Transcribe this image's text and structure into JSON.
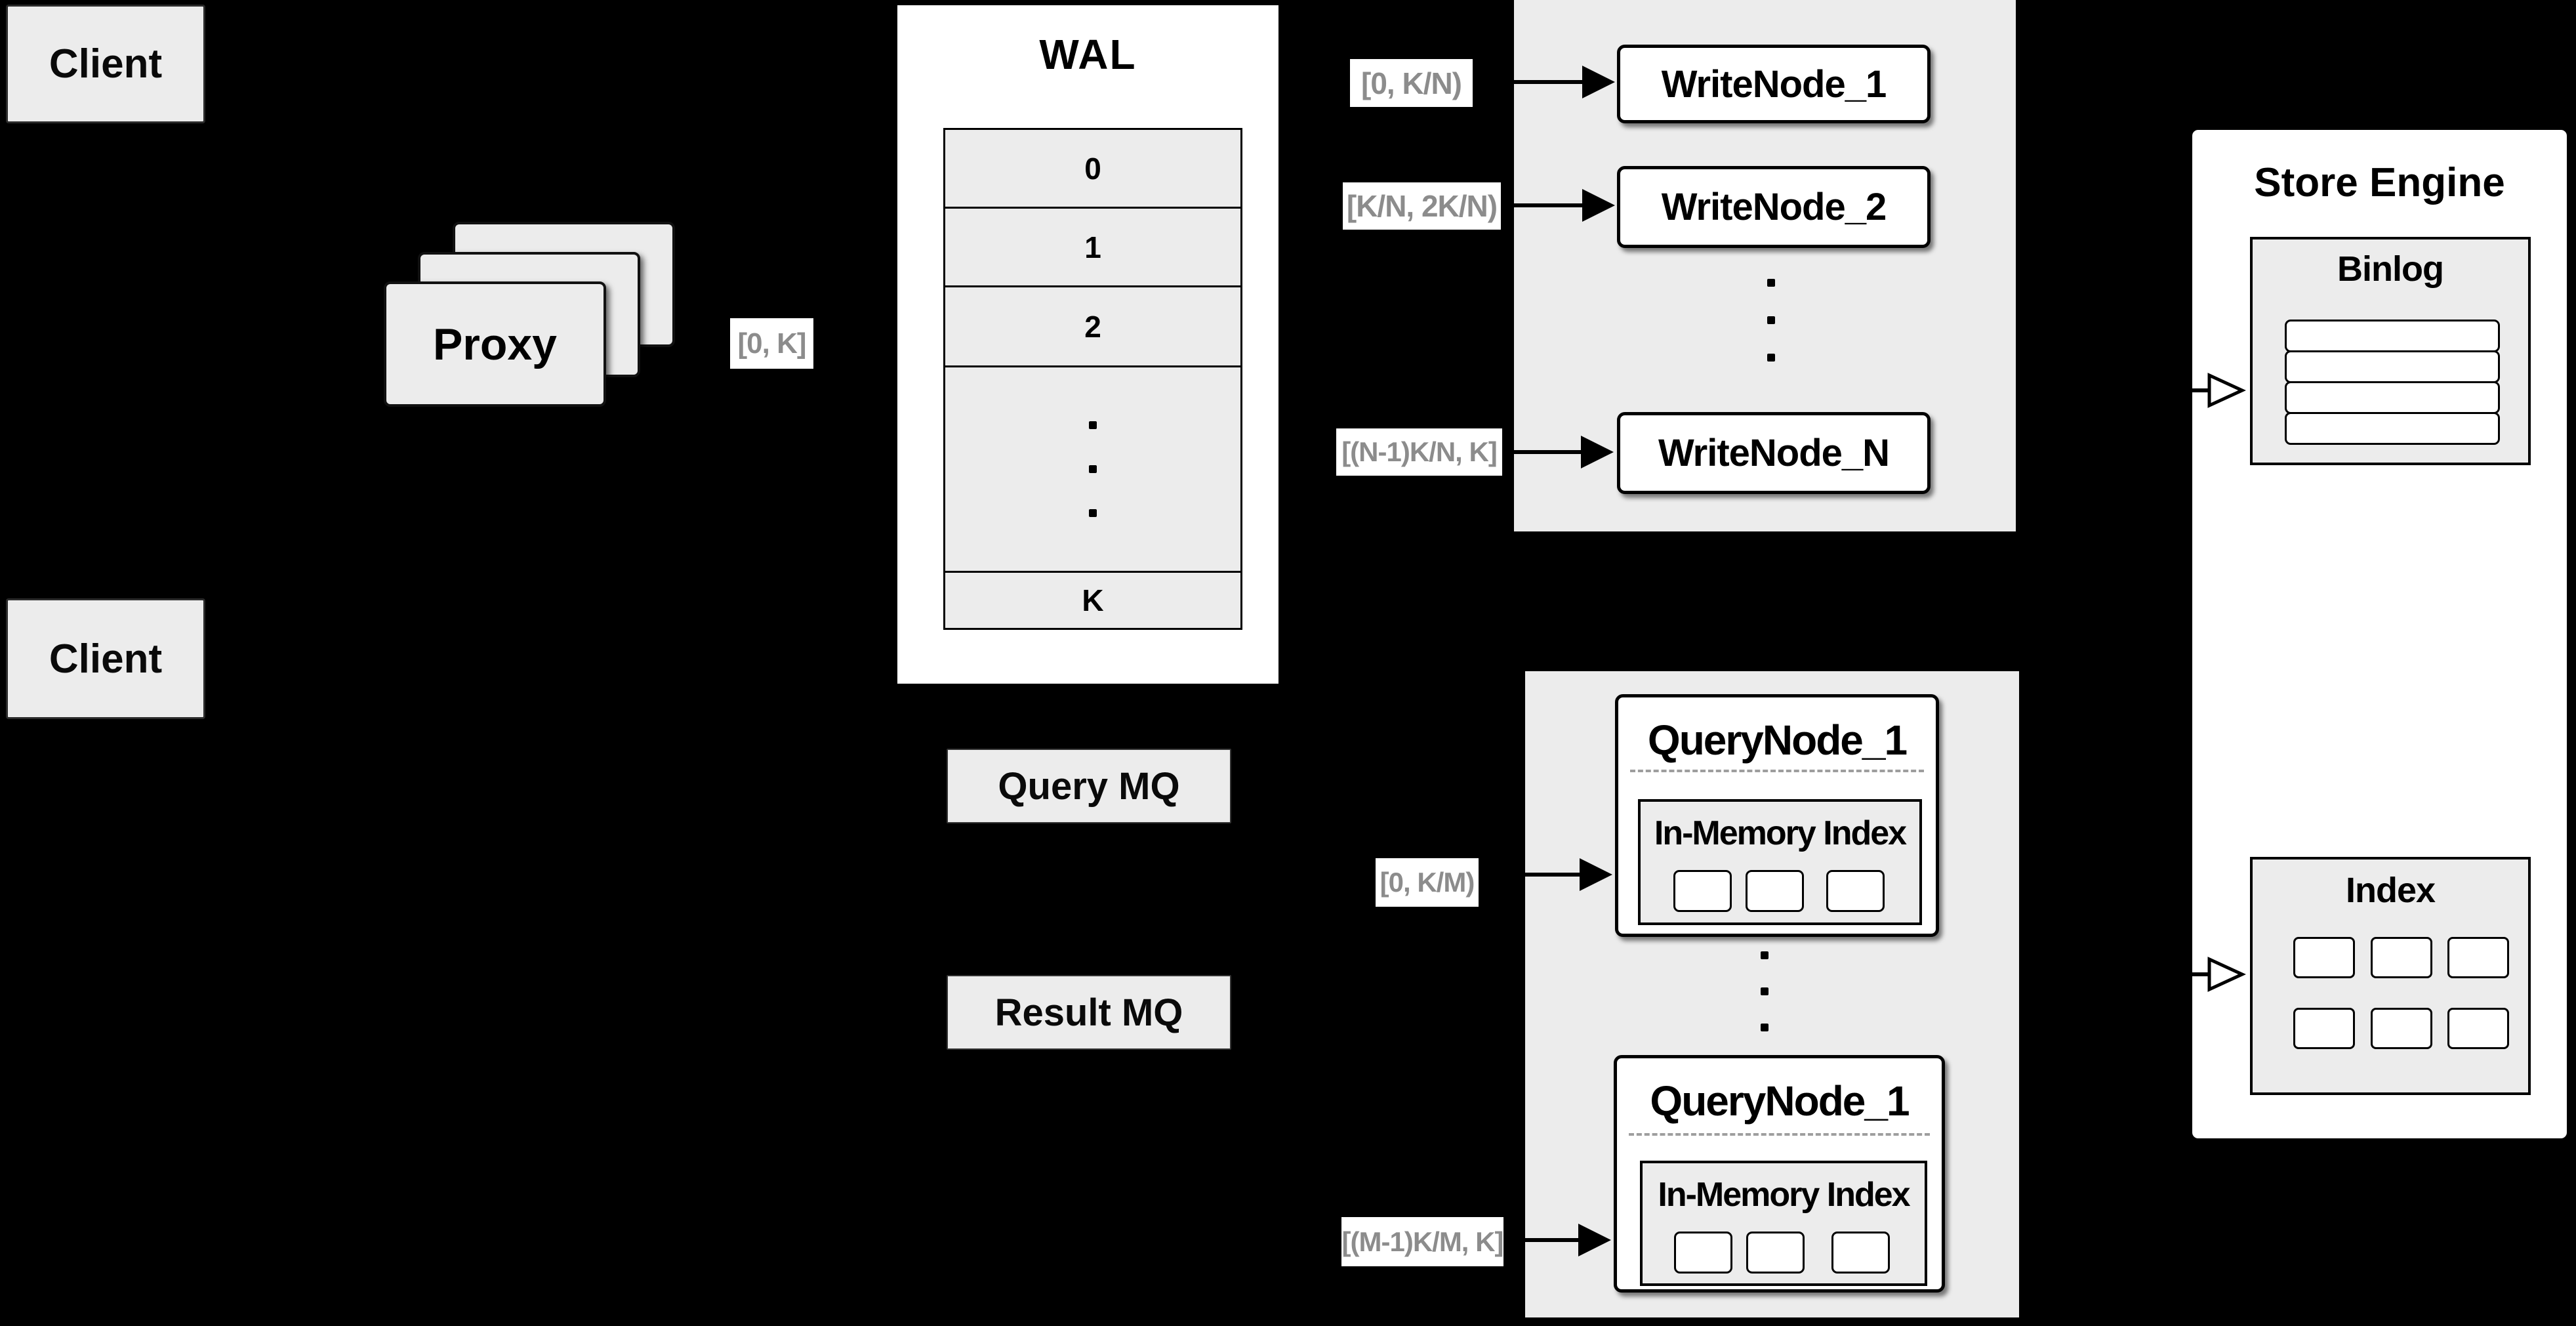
{
  "diagram": {
    "clients": {
      "top": "Client",
      "bottom": "Client"
    },
    "proxy": {
      "label": "Proxy"
    },
    "range_chips": {
      "proxy_to_wal": "[0, K]",
      "write_1": "[0,  K/N)",
      "write_2": "[K/N, 2K/N)",
      "write_n": "[(N-1)K/N,  K]",
      "query_1": "[0, K/M)",
      "query_m": "[(M-1)K/M, K]"
    },
    "wal": {
      "title": "WAL",
      "rows": [
        "0",
        "1",
        "2",
        "K"
      ]
    },
    "write_nodes": {
      "node1": "WriteNode_1",
      "node2": "WriteNode_2",
      "nodeN": "WriteNode_N"
    },
    "mq": {
      "query": "Query MQ",
      "result": "Result MQ"
    },
    "query_nodes": {
      "top_title": "QueryNode_1",
      "bottom_title": "QueryNode_1",
      "inmem_top": "In-Memory Index",
      "inmem_bottom": "In-Memory Index"
    },
    "store": {
      "title": "Store Engine",
      "binlog": "Binlog",
      "index": "Index"
    },
    "colors": {
      "background": "#000000",
      "panel_gray": "#ececec",
      "node_white": "#ffffff",
      "border_black": "#000000",
      "chip_text_gray": "#8c8c8c"
    }
  }
}
